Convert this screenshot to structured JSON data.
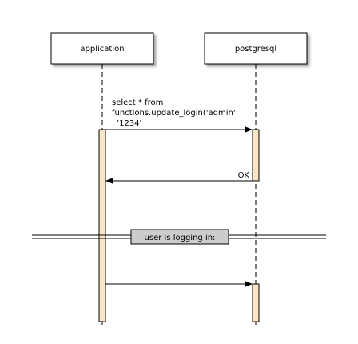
{
  "participants": [
    {
      "id": "application",
      "label": "application"
    },
    {
      "id": "postgresql",
      "label": "postgresql"
    }
  ],
  "messages": [
    {
      "from": "application",
      "to": "postgresql",
      "label_lines": [
        "select * from",
        "functions.update_login('admin'",
        ", '1234'"
      ]
    },
    {
      "from": "postgresql",
      "to": "application",
      "label_lines": [
        "OK"
      ]
    },
    {
      "from": "application",
      "to": "postgresql",
      "label_lines": []
    }
  ],
  "divider": {
    "label": "user is logging in:"
  },
  "colors": {
    "activation_fill": "#fde4c4",
    "divider_fill": "#cccccc",
    "line": "#000000",
    "box_fill": "#ffffff"
  }
}
